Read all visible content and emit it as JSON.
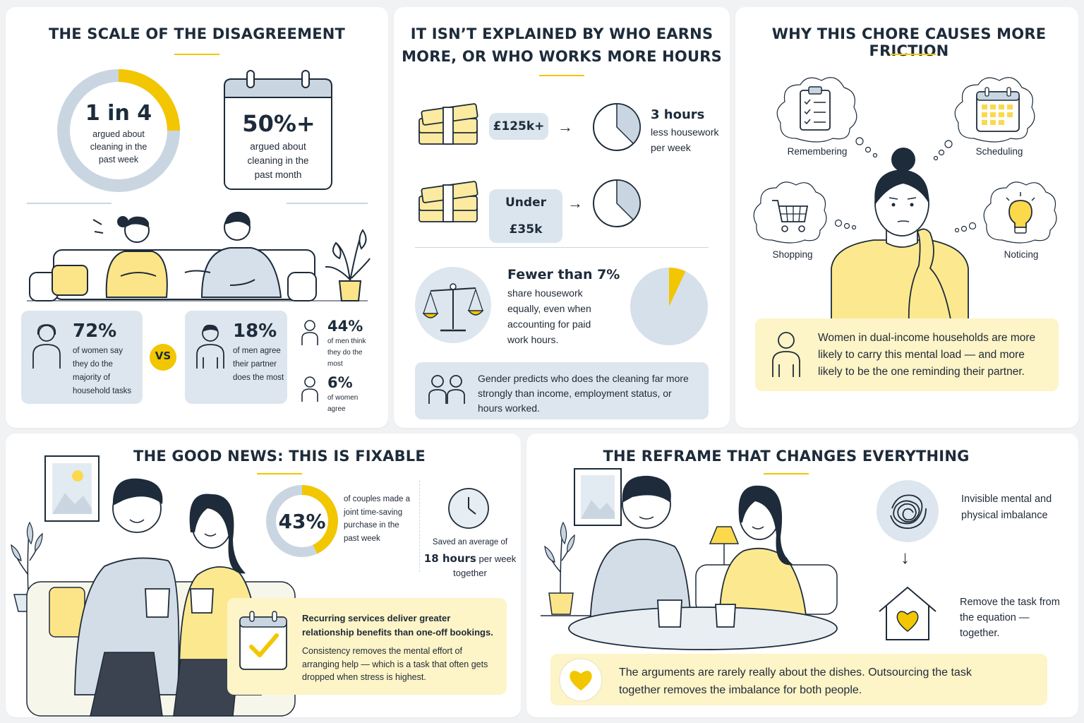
{
  "colors": {
    "accent": "#f2c600",
    "blue": "#c9d6e2",
    "card_blue": "#dde6ee",
    "card_yellow": "#fdf4c7",
    "ink": "#1d2b3a"
  },
  "scale": {
    "title": "THE SCALE OF THE DISAGREEMENT",
    "ring_value": "1 in 4",
    "ring_fraction": 0.25,
    "ring_desc": "argued about cleaning in the past week",
    "calendar_value": "50%+",
    "calendar_desc": "argued about cleaning in the past month",
    "women_pct": "72%",
    "women_desc": "of women say they do the majority of household tasks",
    "vs": "VS",
    "men_pct": "18%",
    "men_desc": "of men agree their partner does the most",
    "men_think_pct": "44%",
    "men_think_desc": "of men think they do the most",
    "women_agree_pct": "6%",
    "women_agree_desc": "of women agree"
  },
  "income": {
    "title_line1": "IT ISN’T EXPLAINED BY WHO EARNS",
    "title_line2": "MORE, OR WHO WORKS MORE HOURS",
    "high_income": "£125k+",
    "high_fraction": 0.375,
    "hours_value": "3 hours",
    "hours_desc": "less housework per week",
    "low_income": "Under £35k",
    "low_fraction": 0.375,
    "fewer_value": "Fewer than 7%",
    "fewer_desc": "share housework equally, even when accounting for paid work hours.",
    "pie_fraction": 0.07,
    "gender_note": "Gender predicts who does the cleaning far more strongly than income, employment status, or hours worked."
  },
  "friction": {
    "title": "WHY THIS CHORE CAUSES MORE FRICTION",
    "remembering": "Remembering",
    "scheduling": "Scheduling",
    "shopping": "Shopping",
    "noticing": "Noticing",
    "note": "Women in dual-income households are more likely to carry this mental load — and more likely to be the one reminding their partner."
  },
  "goodnews": {
    "title": "THE GOOD NEWS: THIS IS FIXABLE",
    "pct": "43%",
    "pct_fraction": 0.43,
    "pct_desc": "of couples made a joint time-saving purchase in the past week",
    "saved_prefix": "Saved an average of",
    "saved_hours": "18 hours",
    "saved_suffix": "per week",
    "saved_together": "together",
    "card_title": "Recurring services deliver greater relationship benefits than one-off bookings.",
    "card_body": "Consistency removes the mental effort of arranging help — which is a task that often gets dropped when stress is highest."
  },
  "reframe": {
    "title": "THE REFRAME THAT CHANGES EVERYTHING",
    "imbalance": "Invisible mental and physical imbalance",
    "remove": "Remove the task from the equation — together.",
    "note": "The arguments are rarely really about the dishes. Outsourcing the task together removes the imbalance for both people."
  }
}
